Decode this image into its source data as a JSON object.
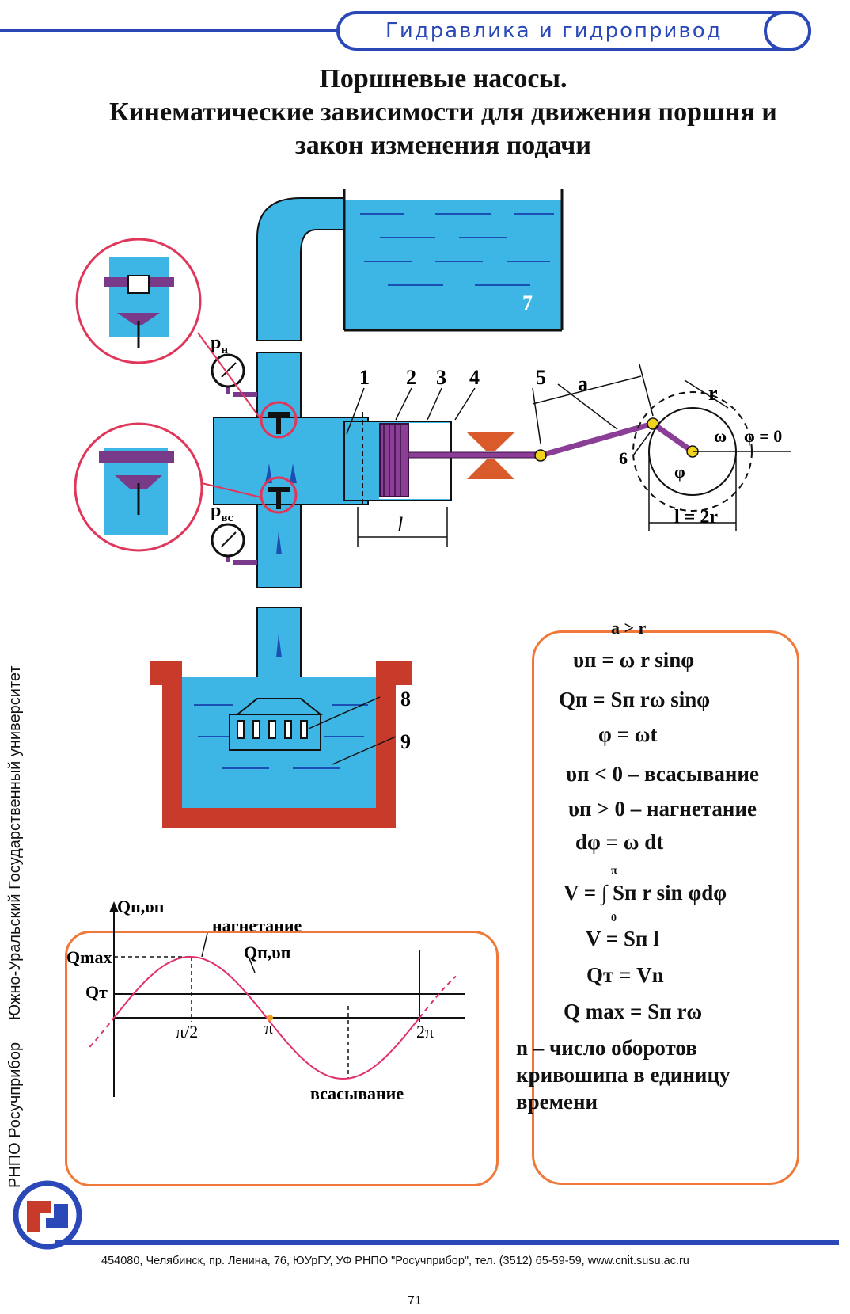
{
  "header": {
    "section_title": "Гидравлика и гидропривод"
  },
  "title": {
    "line1": "Поршневые насосы.",
    "line2": "Кинематические зависимости для движения поршня и",
    "line3": "закон изменения подачи"
  },
  "sidebar": {
    "publisher": "РНПО Росучприбор",
    "university": "Южно-Уральский Государственный университет"
  },
  "diagram": {
    "labels": {
      "p_n": "p",
      "p_n_sub": "н",
      "p_vs": "p",
      "p_vs_sub": "вс",
      "n1": "1",
      "n2": "2",
      "n3": "3",
      "n4": "4",
      "n5": "5",
      "n6": "6",
      "n7": "7",
      "n8": "8",
      "n9": "9",
      "a": "a",
      "r": "r",
      "omega": "ω",
      "phi": "φ",
      "phi0": "φ = 0",
      "l": "l",
      "l2r": "l = 2r"
    }
  },
  "formulas": {
    "f1": "a > r",
    "f2": "υп = ω r sinφ",
    "f3": "Qп = Sп rω sinφ",
    "f4": "φ = ωt",
    "f5": "υп < 0 – всасывание",
    "f6": "υп > 0 – нагнетание",
    "f7": "dφ = ω dt",
    "f8_int_upper": "π",
    "f8_int_lower": "0",
    "f8": "V = ∫ Sп r sin φdφ",
    "f9": "V = Sп l",
    "f10": "Qт = Vn",
    "f11": "Q max = Sп rω",
    "f12_1": "n – число оборотов",
    "f12_2": "кривошипа в единицу",
    "f12_3": "времени"
  },
  "graph": {
    "y_axis": "Qп,υп",
    "curve_label": "Qп,υп",
    "q_max": "Qmax",
    "q_t": "Qт",
    "tick_half_pi": "π/2",
    "tick_pi": "π",
    "tick_2pi": "2π",
    "label_discharge": "нагнетание",
    "label_suction": "всасывание"
  },
  "footer": {
    "address": "454080, Челябинск, пр. Ленина, 76, ЮУрГУ, УФ РНПО \"Росучприбор\", тел. (3512) 65-59-59, www.cnit.susu.ac.ru",
    "page": "71"
  },
  "colors": {
    "water": "#3db6e6",
    "tank": "#1f8fd0",
    "brick": "#c83a2a",
    "piston": "#7a3a8a",
    "accent": "#2a48b8",
    "frame": "#f07838"
  }
}
